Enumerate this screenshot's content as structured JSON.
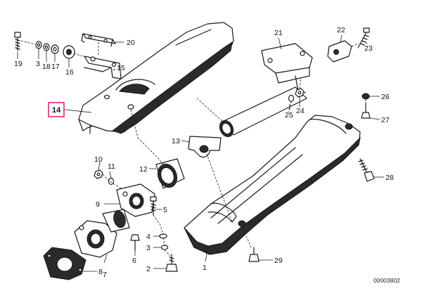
{
  "diagram": {
    "highlighted_part": "14",
    "part_labels": [
      "1",
      "2",
      "3",
      "4",
      "5",
      "6",
      "7",
      "8",
      "9",
      "10",
      "11",
      "12",
      "13",
      "14",
      "15",
      "16",
      "17",
      "18",
      "19",
      "20",
      "21",
      "22",
      "23",
      "24",
      "25",
      "26",
      "27",
      "28",
      "29"
    ],
    "reference_number": "00003802"
  }
}
